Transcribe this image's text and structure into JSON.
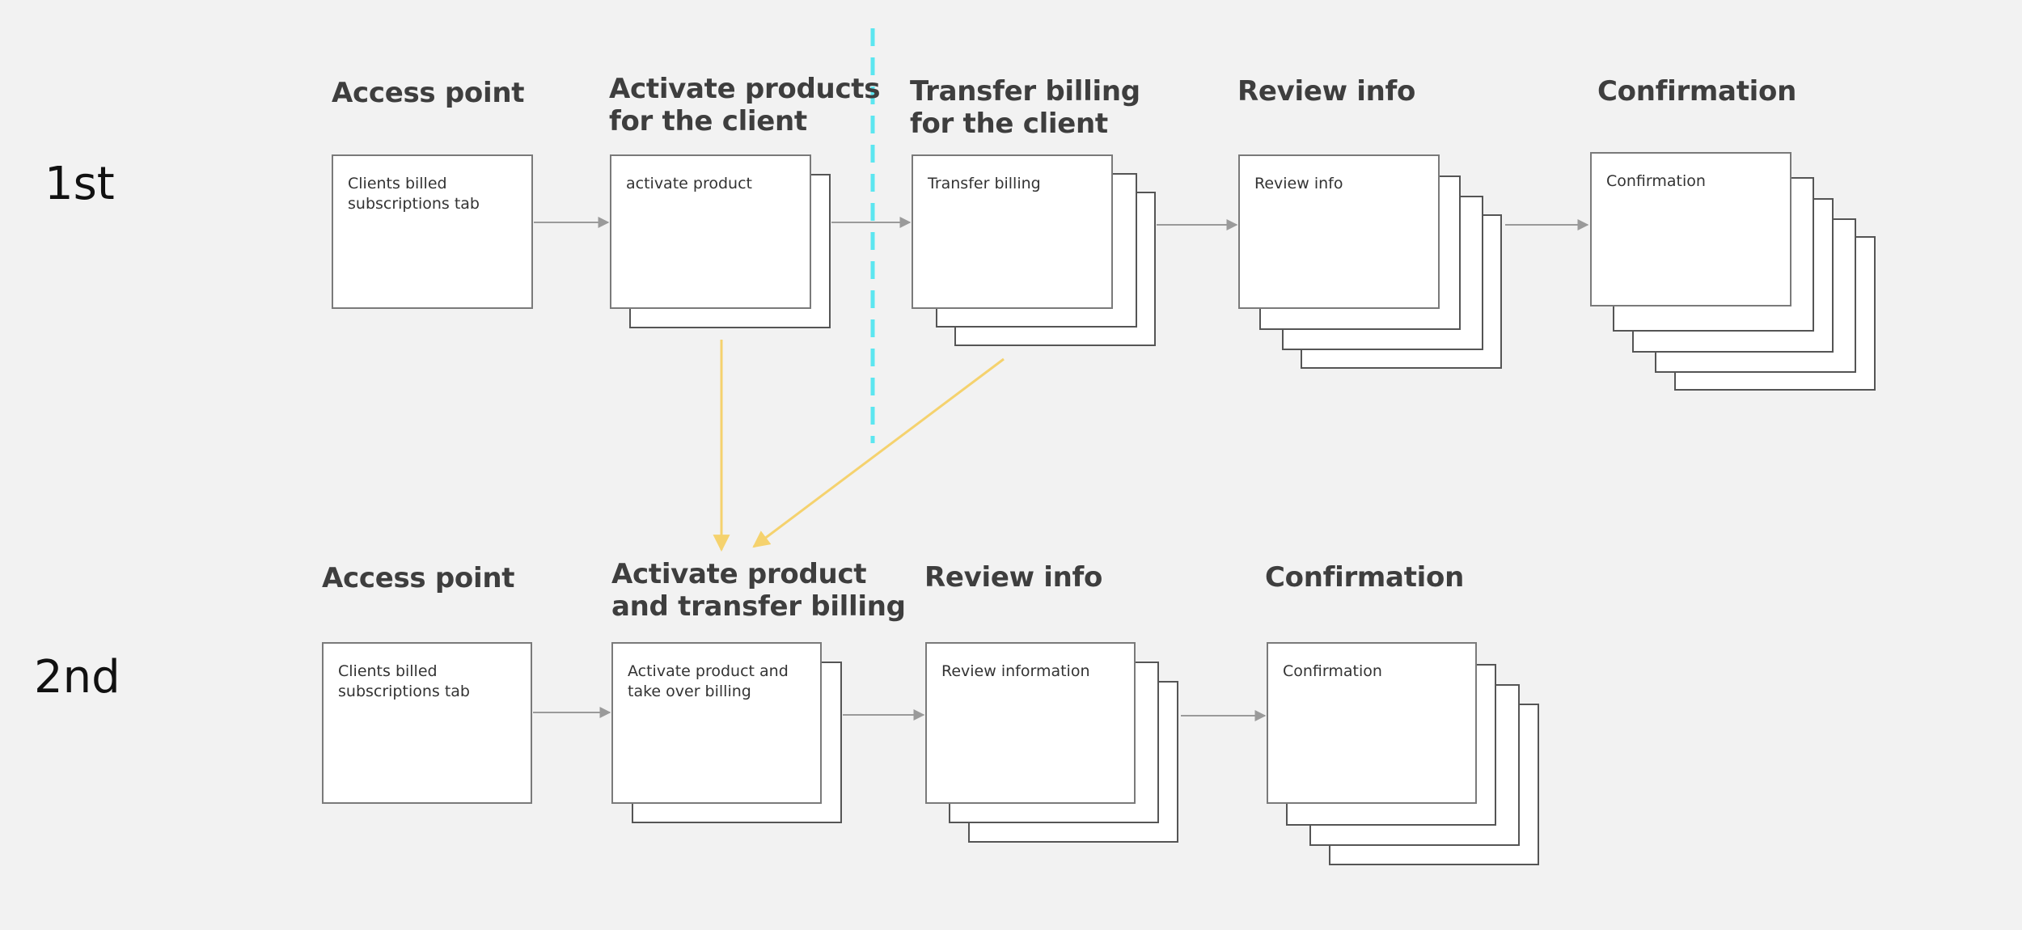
{
  "rows": [
    {
      "label": "1st",
      "steps": [
        {
          "title_lines": [
            "Access point"
          ],
          "screen_text": "Clients billed subscriptions tab",
          "stack": 1
        },
        {
          "title_lines": [
            "Activate products",
            "for the client"
          ],
          "screen_text": "activate product",
          "stack": 2
        },
        {
          "title_lines": [
            "Transfer billing",
            "for the client"
          ],
          "screen_text": "Transfer billing",
          "stack": 3
        },
        {
          "title_lines": [
            "Review info"
          ],
          "screen_text": "Review info",
          "stack": 4
        },
        {
          "title_lines": [
            "Confirmation"
          ],
          "screen_text": "Confirmation",
          "stack": 5
        }
      ]
    },
    {
      "label": "2nd",
      "steps": [
        {
          "title_lines": [
            "Access point"
          ],
          "screen_text": "Clients billed subscriptions tab",
          "stack": 1
        },
        {
          "title_lines": [
            "Activate product",
            "and transfer billing"
          ],
          "screen_text": "Activate product and take over billing",
          "stack": 2
        },
        {
          "title_lines": [
            "Review info"
          ],
          "screen_text": "Review information",
          "stack": 3
        },
        {
          "title_lines": [
            "Confirmation"
          ],
          "screen_text": "Confirmation",
          "stack": 4
        }
      ]
    }
  ],
  "colors": {
    "flow_arrow": "#9a9a9a",
    "merge_arrow": "#f5d26e",
    "divider": "#5ce6f0"
  }
}
